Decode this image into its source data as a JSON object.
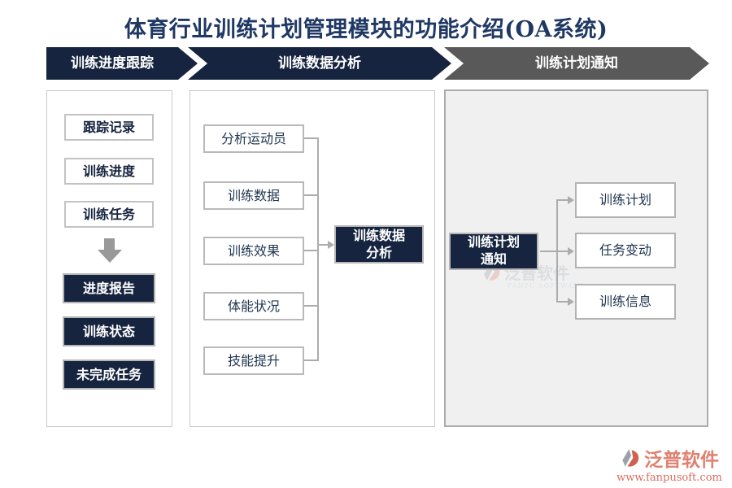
{
  "title": "体育行业训练计划管理模块的功能介绍(OA系统)",
  "banners": [
    {
      "label": "训练进度跟踪"
    },
    {
      "label": "训练数据分析"
    },
    {
      "label": "训练计划通知"
    }
  ],
  "left_panel": {
    "plain_items": [
      "跟踪记录",
      "训练进度",
      "训练任务"
    ],
    "highlight_items": [
      "进度报告",
      "训练状态",
      "未完成任务"
    ]
  },
  "middle_panel": {
    "sources": [
      "分析运动员",
      "训练数据",
      "训练效果",
      "体能状况",
      "技能提升"
    ],
    "target": "训练数据\n分析"
  },
  "right_panel": {
    "source": "训练计划\n通知",
    "targets": [
      "训练计划",
      "任务变动",
      "训练信息"
    ],
    "watermark_name": "泛普软件",
    "watermark_sub": "FANPU SOFTWARE"
  },
  "footer": {
    "brand": "泛普软件",
    "url": "www.fanpusoft.com"
  },
  "colors": {
    "navy": "#16243F",
    "banner_gray": "#595959",
    "title_blue": "#1F3864",
    "connector_gray": "#ACACAC",
    "brand_coral": "#E0806F"
  }
}
